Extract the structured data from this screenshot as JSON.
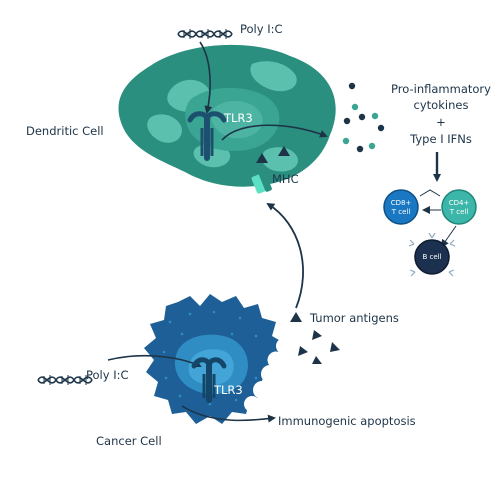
{
  "labels": {
    "poly_ic_top": "Poly I:C",
    "tlr3_top": "TLR3",
    "dendritic_cell": "Dendritic Cell",
    "mhc": "MHC",
    "cytokines_line1": "Pro-inflammatory",
    "cytokines_line2": "cytokines",
    "plus": "+",
    "ifns": "Type I IFNs",
    "cd8_line1": "CD8+",
    "cd8_line2": "T cell",
    "cd4_line1": "CD4+",
    "cd4_line2": "T cell",
    "b_cell": "B cell",
    "tumor_antigens": "Tumor antigens",
    "poly_ic_bottom": "Poly I:C",
    "tlr3_bottom": "TLR3",
    "immunogenic_apoptosis": "Immunogenic apoptosis",
    "cancer_cell": "Cancer Cell"
  },
  "colors": {
    "dendritic_body": "#2b8f80",
    "dendritic_organelle": "#5cc0ae",
    "receptor": "#1d4f6e",
    "navy": "#1d3448",
    "cancer_body": "#1d5f96",
    "cancer_nucleus": "#2f8dc4",
    "cd8": "#1a78c2",
    "cd4": "#3cb6a8",
    "bcell": "#1c3150"
  }
}
